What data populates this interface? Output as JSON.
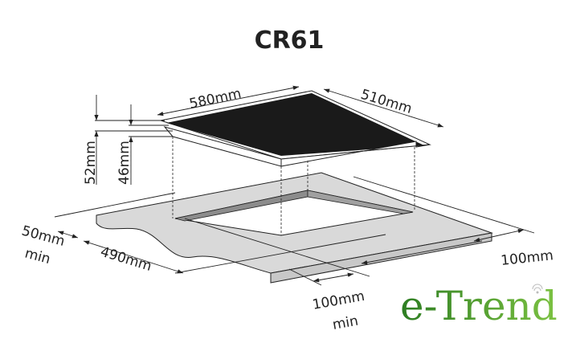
{
  "title": "CR61",
  "dimensions": {
    "width": "580mm",
    "depth": "510mm",
    "height_total": "52mm",
    "height_body": "46mm",
    "front_clearance": "50mm",
    "front_clearance_min": "min",
    "cutout_depth": "490mm",
    "side_clearance": "100mm",
    "back_clearance": "100mm",
    "back_clearance_min": "min"
  },
  "brand": "e-Trend",
  "colors": {
    "hob": "#1a1a1a",
    "counter": "#d9d9d9",
    "cutout_wall": "#8c8c8c",
    "brand": "#3a9a2a"
  }
}
